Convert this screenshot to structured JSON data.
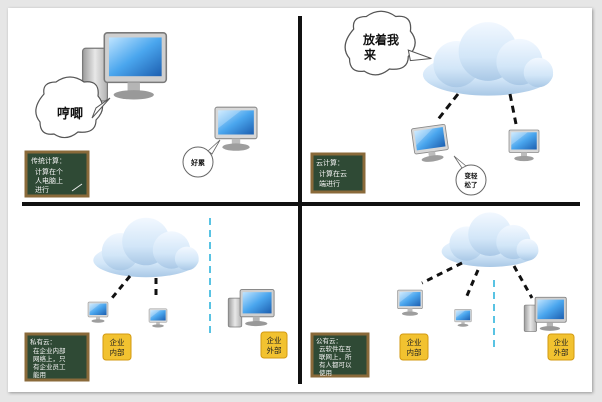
{
  "panels": {
    "top_left": {
      "bubble_big": "哼唧",
      "bubble_small": "好累",
      "board_title": "传统计算：",
      "board_lines": [
        "计算在个",
        "人电脑上",
        "进行"
      ]
    },
    "top_right": {
      "bubble_big_lines": [
        "放着我",
        "来"
      ],
      "bubble_small_lines": [
        "变轻",
        "松了"
      ],
      "board_title": "云计算：",
      "board_lines": [
        "计算在云",
        "端进行"
      ]
    },
    "bottom_left": {
      "board_title": "私有云：",
      "board_lines": [
        "在企业内部",
        "网络上，只",
        "有企业员工",
        "能用"
      ],
      "tag_inner": [
        "企业",
        "内部"
      ],
      "tag_outer": [
        "企业",
        "外部"
      ]
    },
    "bottom_right": {
      "board_title": "公有云：",
      "board_lines": [
        "云软件在互",
        "联网上，所",
        "有人都可以",
        "使用"
      ],
      "tag_inner": [
        "企业",
        "内部"
      ],
      "tag_outer": [
        "企业",
        "外部"
      ]
    }
  },
  "colors": {
    "divider": "#111111",
    "blackboard": "#2f4a35",
    "blackboard_frame": "#8a6a3a",
    "cloud": "#cfe4f7",
    "tag": "#f2c230",
    "dashed_boundary": "#59c3e3"
  }
}
